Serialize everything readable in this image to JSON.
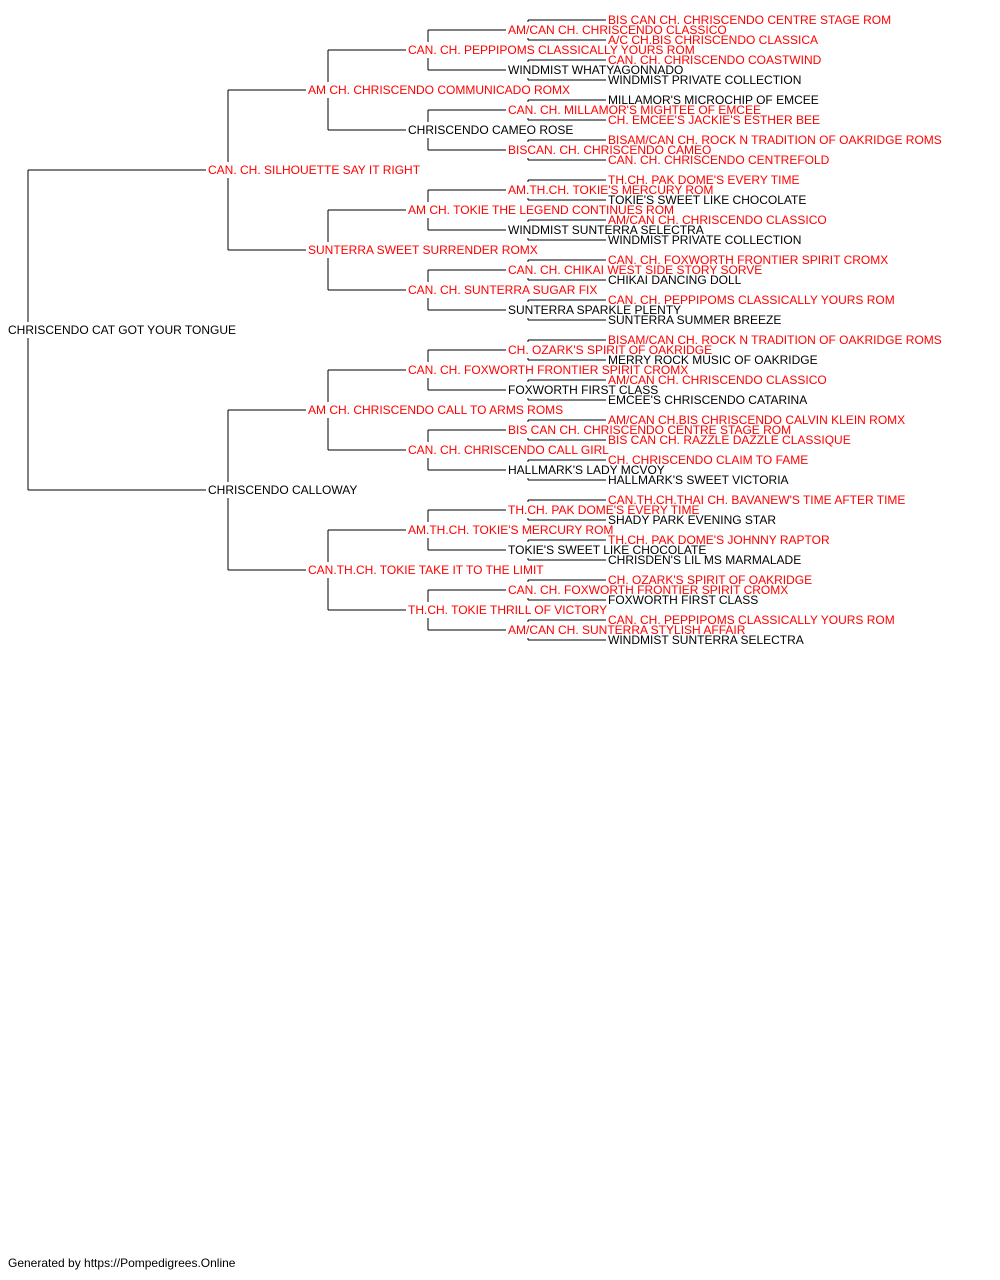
{
  "pedigree": {
    "name": "CHRISCENDO CAT GOT YOUR TONGUE",
    "champion": false,
    "sire": {
      "name": "CAN. CH. SILHOUETTE SAY IT RIGHT",
      "champion": true,
      "sire": {
        "name": "AM CH. CHRISCENDO COMMUNICADO ROMX",
        "champion": true,
        "sire": {
          "name": "CAN. CH. PEPPIPOMS CLASSICALLY YOURS ROM",
          "champion": true,
          "sire": {
            "name": "AM/CAN CH. CHRISCENDO CLASSICO",
            "champion": true,
            "sire": {
              "name": "BIS CAN CH. CHRISCENDO CENTRE STAGE ROM",
              "champion": true
            },
            "dam": {
              "name": "A/C CH.BIS CHRISCENDO CLASSICA",
              "champion": true
            }
          },
          "dam": {
            "name": "WINDMIST WHATYAGONNADO",
            "champion": false,
            "sire": {
              "name": "CAN. CH. CHRISCENDO COASTWIND",
              "champion": true
            },
            "dam": {
              "name": "WINDMIST PRIVATE COLLECTION",
              "champion": false
            }
          }
        },
        "dam": {
          "name": "CHRISCENDO CAMEO ROSE",
          "champion": false,
          "sire": {
            "name": "CAN. CH. MILLAMOR'S MIGHTEE OF EMCEE",
            "champion": true,
            "sire": {
              "name": "MILLAMOR'S MICROCHIP OF EMCEE",
              "champion": false
            },
            "dam": {
              "name": "CH. EMCEE'S JACKIE'S ESTHER BEE",
              "champion": true
            }
          },
          "dam": {
            "name": "BISCAN. CH. CHRISCENDO CAMEO",
            "champion": true,
            "sire": {
              "name": "BISAM/CAN CH. ROCK N TRADITION OF OAKRIDGE ROMS",
              "champion": true
            },
            "dam": {
              "name": "CAN. CH. CHRISCENDO CENTREFOLD",
              "champion": true
            }
          }
        }
      },
      "dam": {
        "name": "SUNTERRA SWEET SURRENDER ROMX",
        "champion": true,
        "sire": {
          "name": "AM CH. TOKIE THE LEGEND CONTINUES ROM",
          "champion": true,
          "sire": {
            "name": "AM.TH.CH. TOKIE'S MERCURY ROM",
            "champion": true,
            "sire": {
              "name": "TH.CH. PAK DOME'S EVERY TIME",
              "champion": true
            },
            "dam": {
              "name": "TOKIE'S SWEET LIKE CHOCOLATE",
              "champion": false
            }
          },
          "dam": {
            "name": "WINDMIST SUNTERRA SELECTRA",
            "champion": false,
            "sire": {
              "name": "AM/CAN CH. CHRISCENDO CLASSICO",
              "champion": true
            },
            "dam": {
              "name": "WINDMIST PRIVATE COLLECTION",
              "champion": false
            }
          }
        },
        "dam": {
          "name": "CAN. CH. SUNTERRA SUGAR FIX",
          "champion": true,
          "sire": {
            "name": "CAN. CH. CHIKAI WEST SIDE STORY SORVE",
            "champion": true,
            "sire": {
              "name": "CAN. CH. FOXWORTH FRONTIER SPIRIT CROMX",
              "champion": true
            },
            "dam": {
              "name": "CHIKAI DANCING DOLL",
              "champion": false
            }
          },
          "dam": {
            "name": "SUNTERRA SPARKLE PLENTY",
            "champion": false,
            "sire": {
              "name": "CAN. CH. PEPPIPOMS CLASSICALLY YOURS ROM",
              "champion": true
            },
            "dam": {
              "name": "SUNTERRA SUMMER BREEZE",
              "champion": false
            }
          }
        }
      }
    },
    "dam": {
      "name": "CHRISCENDO CALLOWAY",
      "champion": false,
      "sire": {
        "name": "AM CH. CHRISCENDO CALL TO ARMS ROMS",
        "champion": true,
        "sire": {
          "name": "CAN. CH. FOXWORTH FRONTIER SPIRIT CROMX",
          "champion": true,
          "sire": {
            "name": "CH. OZARK'S SPIRIT OF OAKRIDGE",
            "champion": true,
            "sire": {
              "name": "BISAM/CAN CH. ROCK N TRADITION OF OAKRIDGE ROMS",
              "champion": true
            },
            "dam": {
              "name": "MERRY ROCK MUSIC OF OAKRIDGE",
              "champion": false
            }
          },
          "dam": {
            "name": "FOXWORTH FIRST CLASS",
            "champion": false,
            "sire": {
              "name": "AM/CAN CH. CHRISCENDO CLASSICO",
              "champion": true
            },
            "dam": {
              "name": "EMCEE'S CHRISCENDO CATARINA",
              "champion": false
            }
          }
        },
        "dam": {
          "name": "CAN. CH. CHRISCENDO CALL GIRL",
          "champion": true,
          "sire": {
            "name": "BIS CAN CH. CHRISCENDO CENTRE STAGE ROM",
            "champion": true,
            "sire": {
              "name": "AM/CAN CH.BIS CHRISCENDO CALVIN KLEIN ROMX",
              "champion": true
            },
            "dam": {
              "name": "BIS CAN CH. RAZZLE DAZZLE CLASSIQUE",
              "champion": true
            }
          },
          "dam": {
            "name": "HALLMARK'S LADY MCVOY",
            "champion": false,
            "sire": {
              "name": "CH. CHRISCENDO CLAIM TO FAME",
              "champion": true
            },
            "dam": {
              "name": "HALLMARK'S SWEET VICTORIA",
              "champion": false
            }
          }
        }
      },
      "dam": {
        "name": "CAN.TH.CH. TOKIE TAKE IT TO THE LIMIT",
        "champion": true,
        "sire": {
          "name": "AM.TH.CH. TOKIE'S MERCURY ROM",
          "champion": true,
          "sire": {
            "name": "TH.CH. PAK DOME'S EVERY TIME",
            "champion": true,
            "sire": {
              "name": "CAN.TH.CH.THAI CH. BAVANEW'S TIME AFTER TIME",
              "champion": true
            },
            "dam": {
              "name": "SHADY PARK EVENING STAR",
              "champion": false
            }
          },
          "dam": {
            "name": "TOKIE'S SWEET LIKE CHOCOLATE",
            "champion": false,
            "sire": {
              "name": "TH.CH. PAK DOME'S JOHNNY RAPTOR",
              "champion": true
            },
            "dam": {
              "name": "CHRISDEN'S LIL MS MARMALADE",
              "champion": false
            }
          }
        },
        "dam": {
          "name": "TH.CH. TOKIE THRILL OF VICTORY",
          "champion": true,
          "sire": {
            "name": "CAN. CH. FOXWORTH FRONTIER SPIRIT CROMX",
            "champion": true,
            "sire": {
              "name": "CH. OZARK'S SPIRIT OF OAKRIDGE",
              "champion": true
            },
            "dam": {
              "name": "FOXWORTH FIRST CLASS",
              "champion": false
            }
          },
          "dam": {
            "name": "AM/CAN CH. SUNTERRA STYLISH AFFAIR",
            "champion": true,
            "sire": {
              "name": "CAN. CH. PEPPIPOMS CLASSICALLY YOURS ROM",
              "champion": true
            },
            "dam": {
              "name": "WINDMIST SUNTERRA SELECTRA",
              "champion": false
            }
          }
        }
      }
    }
  },
  "colors": {
    "champion": "#ff0000",
    "regular": "#000000",
    "line": "#000000"
  },
  "footer": {
    "text": "Generated by https://Pompedigrees.Online"
  }
}
